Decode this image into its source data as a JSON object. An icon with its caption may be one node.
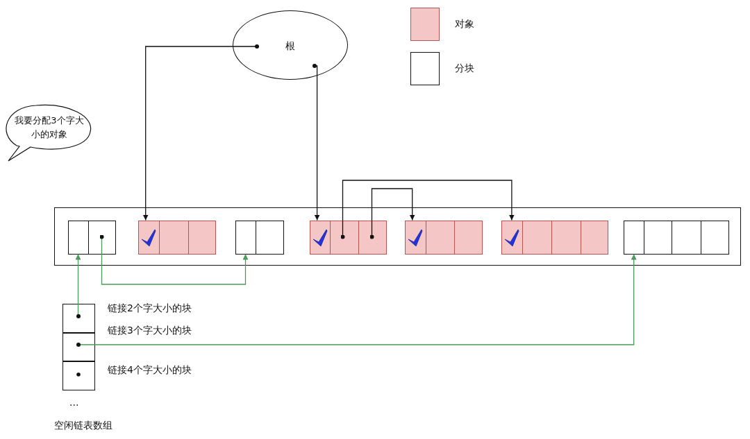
{
  "diagram": {
    "nodes": [
      {
        "text": [
          "根"
        ]
      },
      {
        "text": [
          "我要分配3个字大小的对象"
        ]
      },
      {
        "text": [],
        "shape": "box"
      },
      {
        "text": [],
        "shape": "box",
        "in": 2
      },
      {
        "text": [],
        "shape": "box",
        "in": 2
      },
      {
        "text": [],
        "shape": "box",
        "in": 2
      },
      {
        "text": [],
        "shape": "box",
        "in": 2
      },
      {
        "text": [],
        "shape": "box",
        "in": 2
      },
      {
        "text": [],
        "shape": "box",
        "in": 2
      },
      {
        "text": [],
        "shape": "box",
        "in": 2
      },
      {
        "text": [],
        "shape": "box",
        "beside": [
          "链接2个字大小的块"
        ]
      },
      {
        "text": [],
        "shape": "box",
        "beside": [
          "链接3个字大小的块"
        ]
      },
      {
        "text": [],
        "shape": "box",
        "beside": [
          "链接4个字大小的块"
        ]
      }
    ],
    "edges": [
      {
        "from": 0,
        "to": 4,
        "arrow": "to"
      },
      {
        "from": 0,
        "to": 6,
        "arrow": "to"
      },
      {
        "from": 6,
        "to": 8,
        "arrow": "to"
      },
      {
        "from": 6,
        "to": 7,
        "arrow": "to"
      },
      {
        "from": 3,
        "to": 5,
        "arrow": "to",
        "color": "#4a9a5a"
      },
      {
        "from": 10,
        "to": 3,
        "arrow": "to",
        "color": "#4a9a5a"
      },
      {
        "from": 11,
        "to": 9,
        "arrow": "to",
        "color": "#4a9a5a"
      }
    ],
    "labels": [
      "...",
      "空闲链表数组"
    ],
    "legend": [
      {
        "text": "对象",
        "color": "#f4c7c6"
      },
      {
        "text": "分块",
        "color": "#ffffff"
      }
    ]
  }
}
